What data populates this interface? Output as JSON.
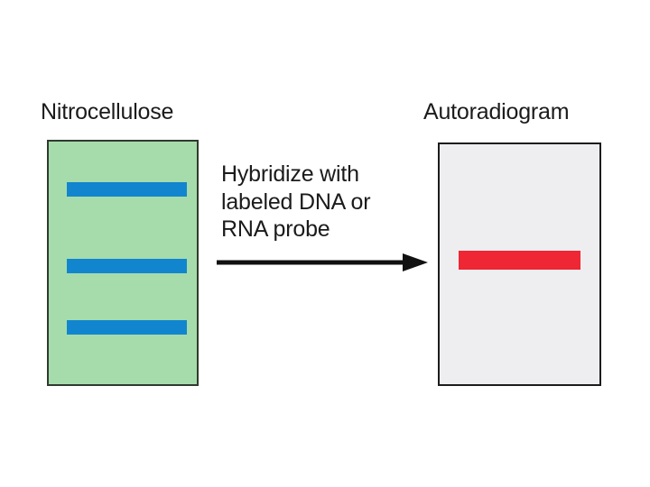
{
  "diagram": {
    "title_left": "Nitrocellulose",
    "title_right": "Autoradiogram",
    "process_lines": [
      "Hybridize with",
      "labeled DNA or",
      "RNA probe"
    ],
    "arrow": {
      "direction": "right",
      "color": "#111111"
    },
    "left_panel": {
      "label": "Nitrocellulose",
      "background_color": "#a6dcac",
      "border_color": "#2f3a30",
      "band_color": "#1186ce",
      "band_count": 3,
      "bands": [
        {
          "id": "band-1",
          "label": "blue-band-top"
        },
        {
          "id": "band-2",
          "label": "blue-band-middle"
        },
        {
          "id": "band-3",
          "label": "blue-band-bottom"
        }
      ]
    },
    "right_panel": {
      "label": "Autoradiogram",
      "background_color": "#eeeef0",
      "border_color": "#1c1c1c",
      "band_color": "#ef2633",
      "band_count": 1,
      "bands": [
        {
          "id": "band-red-1",
          "label": "red-band-middle"
        }
      ]
    }
  }
}
